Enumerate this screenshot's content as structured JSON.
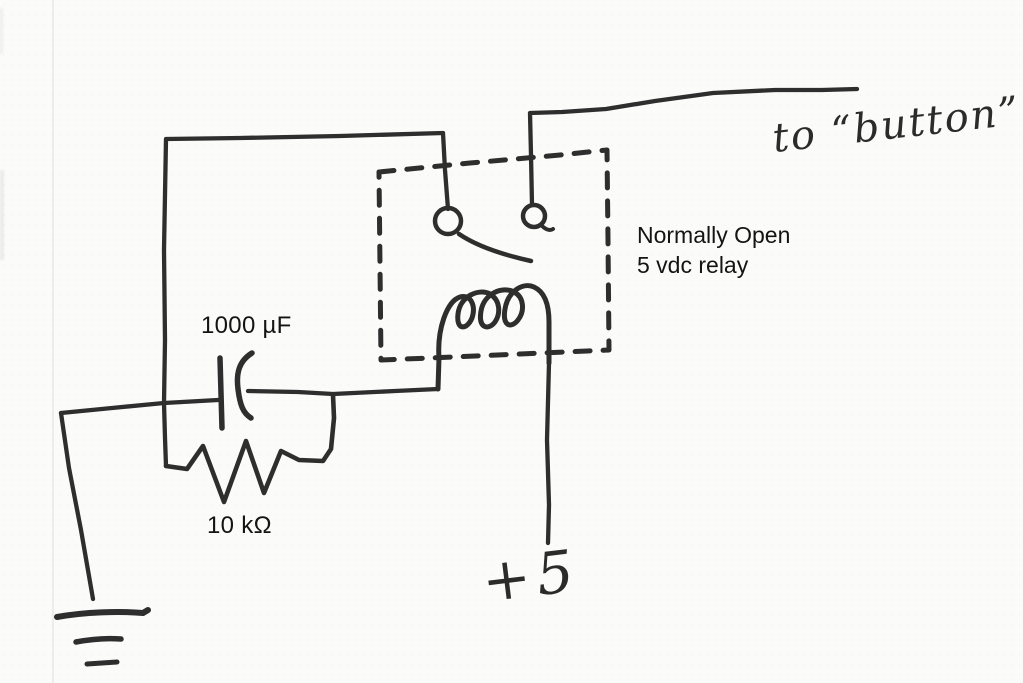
{
  "diagram": {
    "type": "hand-drawn circuit schematic",
    "ink_color": "#2e2e2e",
    "paper_color": "#fbfbfa"
  },
  "labels": {
    "capacitor_value": "1000 µF",
    "resistor_value": "10 kΩ",
    "relay_note_line1": "Normally Open",
    "relay_note_line2": "5 vdc relay",
    "to_button": "to “button”",
    "supply_voltage": "+5"
  },
  "components": [
    {
      "id": "electrolytic-capacitor",
      "label": "1000 µF"
    },
    {
      "id": "resistor",
      "label": "10 kΩ"
    },
    {
      "id": "relay",
      "label": "Normally Open 5 vdc relay",
      "parts": [
        "normally-open-contacts",
        "switch-arm",
        "coil",
        "dashed-enclosure"
      ]
    },
    {
      "id": "supply-wire",
      "label": "+5"
    },
    {
      "id": "button-wire",
      "label": "to “button”"
    },
    {
      "id": "ground-symbol"
    }
  ]
}
